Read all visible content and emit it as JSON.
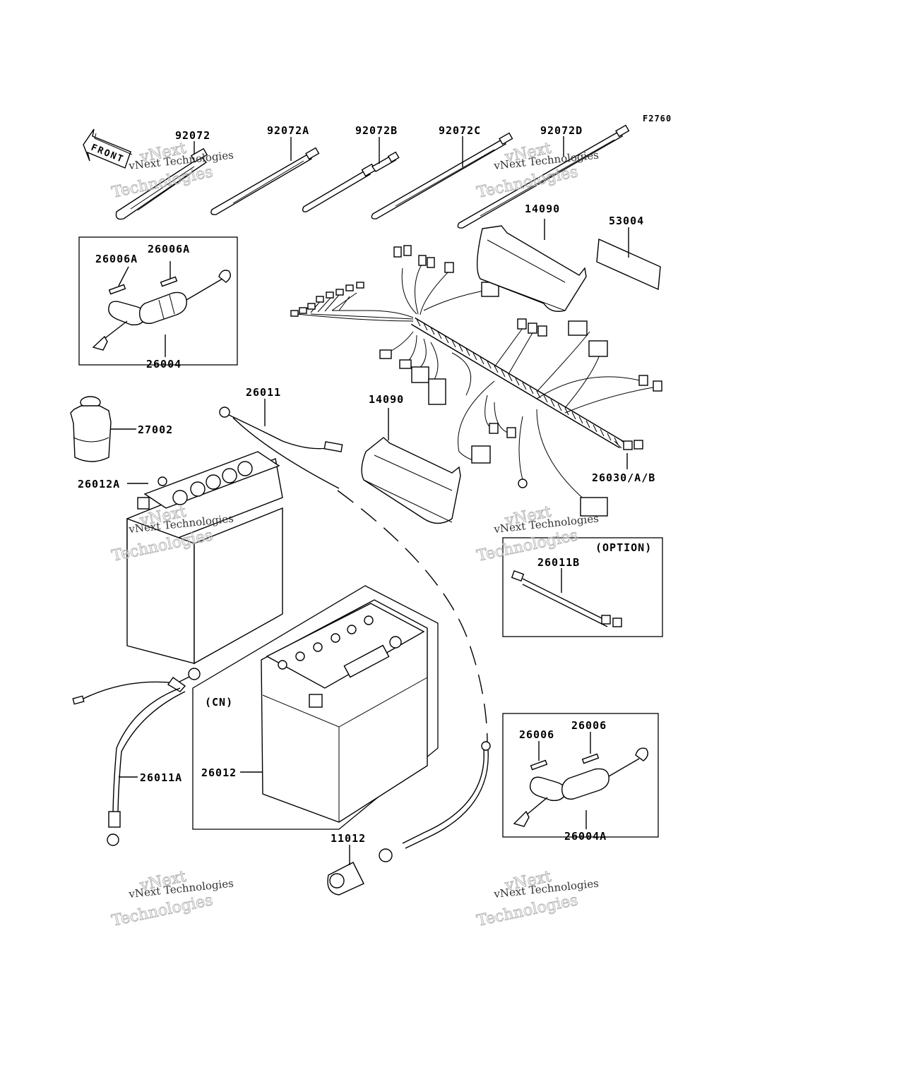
{
  "figure_code": "F2760",
  "front_arrow_label": "FRONT",
  "watermark": {
    "line1": "vNext Technologies",
    "line2": "vNext",
    "line3": "Technologies"
  },
  "labels": {
    "p92072": "92072",
    "p92072A": "92072A",
    "p92072B": "92072B",
    "p92072C": "92072C",
    "p92072D": "92072D",
    "p14090_top": "14090",
    "p53004": "53004",
    "p26006A_left": "26006A",
    "p26006A_right": "26006A",
    "p26004": "26004",
    "p26011": "26011",
    "p27002": "27002",
    "p14090_bottom": "14090",
    "p26012A": "26012A",
    "p26030": "26030/A/B",
    "option": "(OPTION)",
    "p26011B": "26011B",
    "cn": "(CN)",
    "p26012": "26012",
    "p26011A": "26011A",
    "p26006_left": "26006",
    "p26006_right": "26006",
    "p26004A": "26004A",
    "p11012": "11012"
  }
}
